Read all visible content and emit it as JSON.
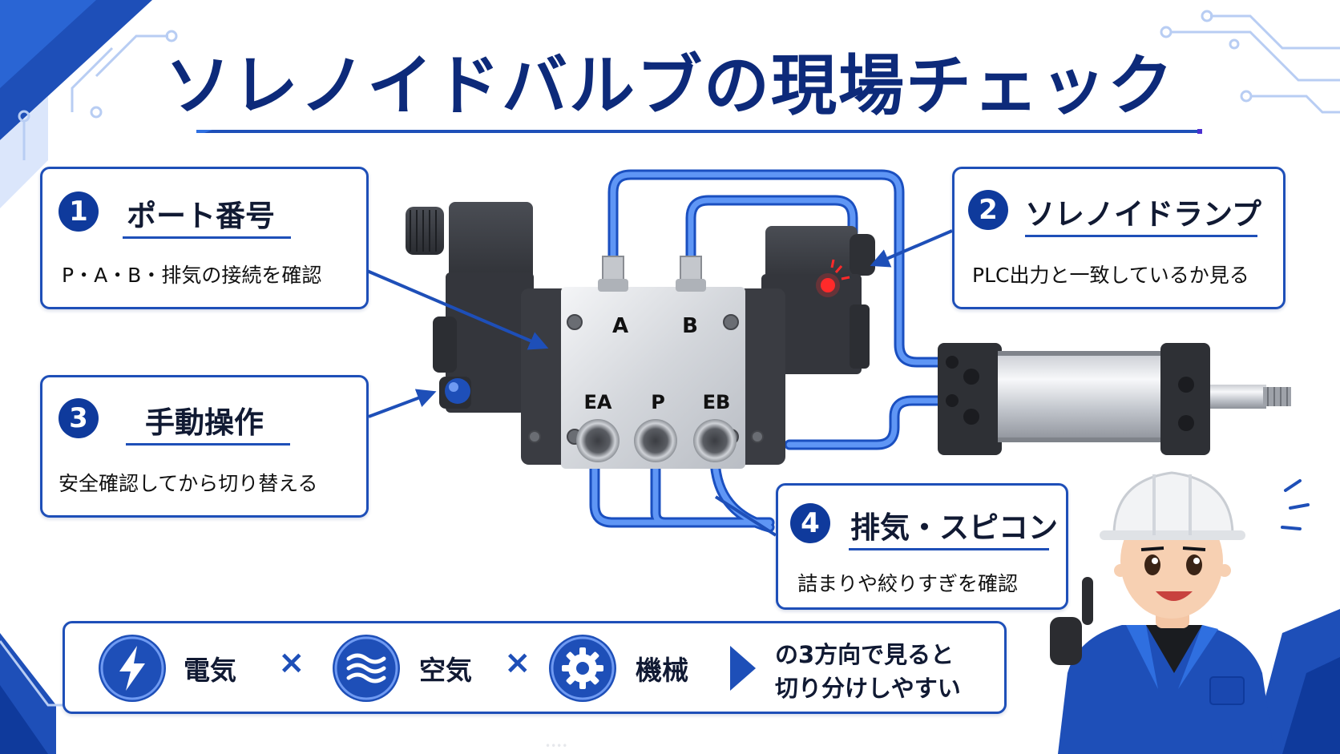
{
  "title": "ソレノイドバルブの現場チェック",
  "callouts": [
    {
      "number": "1",
      "heading": "ポート番号",
      "description": "P・A・B・排気の接続を確認"
    },
    {
      "number": "2",
      "heading": "ソレノイドランプ",
      "description": "PLC出力と一致しているか見る"
    },
    {
      "number": "3",
      "heading": "手動操作",
      "description": "安全確認してから切り替える"
    },
    {
      "number": "4",
      "heading": "排気・スピコン",
      "description": "詰まりや絞りすぎを確認"
    }
  ],
  "valve_ports": {
    "a": "A",
    "b": "B",
    "ea": "EA",
    "p": "P",
    "eb": "EB"
  },
  "bottom": {
    "items": [
      {
        "label": "電気",
        "icon": "lightning-icon"
      },
      {
        "label": "空気",
        "icon": "air-waves-icon"
      },
      {
        "label": "機械",
        "icon": "gear-icon"
      }
    ],
    "separator": "×",
    "conclusion_line1": "の3方向で見ると",
    "conclusion_line2": "切り分けしやすい"
  },
  "colors": {
    "accent": "#1e4fb8",
    "title": "#0d2a7a",
    "hose": "#2f6fe0",
    "lamp": "#ff2a2a"
  }
}
